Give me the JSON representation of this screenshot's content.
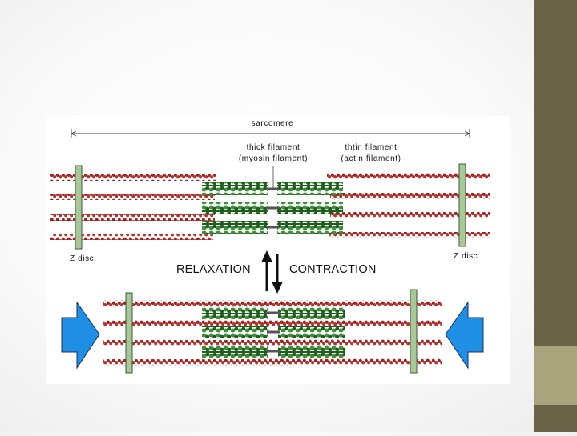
{
  "diagram": {
    "sarcomere_label": "sarcomere",
    "thick_label_1": "thick  filament",
    "thick_label_2": "(myosin  filament)",
    "thin_label_1": "thtin  filament",
    "thin_label_2": "(actin  filament)",
    "z_disc_left": "Z  disc",
    "z_disc_right": "Z  disc",
    "relaxation": "RELAXATION",
    "contraction": "CONTRACTION"
  },
  "colors": {
    "actin": "#a5201e",
    "myosin_dark": "#1d5e1d",
    "myosin_light": "#3f8f3a",
    "zdisc_fill": "#a8c89a",
    "zdisc_stroke": "#3a5a35",
    "blue_arrow": "#1f8fe6",
    "panel_dark": "#6a6347",
    "panel_light": "#a9a47c"
  }
}
